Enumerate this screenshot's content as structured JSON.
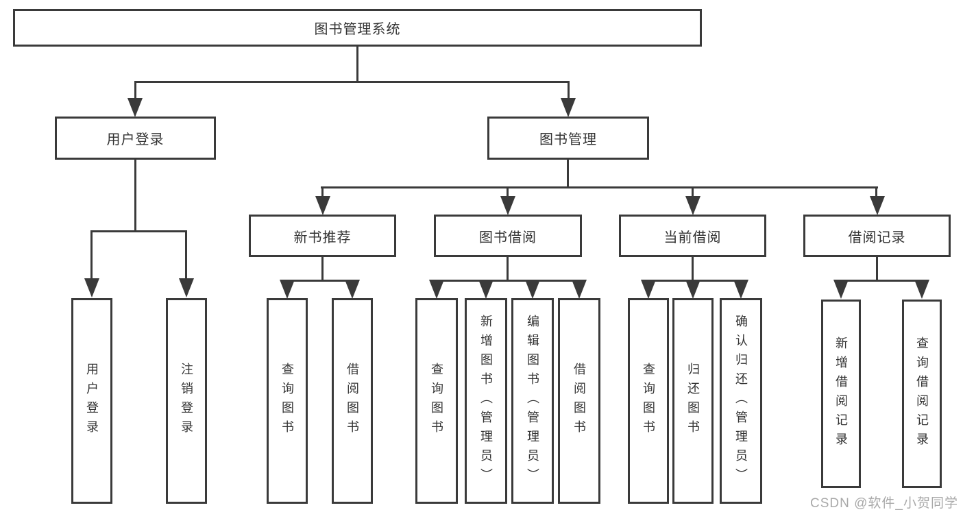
{
  "colors": {
    "line": "#3a3a3a",
    "text": "#333333",
    "background": "#ffffff",
    "watermark": "#a9a9a9"
  },
  "watermark": "CSDN @软件_小贺同学",
  "diagram": {
    "root": "图书管理系统",
    "user_login": "用户登录",
    "book_management": "图书管理",
    "user_login_children": [
      "用户登录",
      "注销登录"
    ],
    "modules": [
      "新书推荐",
      "图书借阅",
      "当前借阅",
      "借阅记录"
    ],
    "recommend_children": [
      "查询图书",
      "借阅图书"
    ],
    "borrow_children": [
      "查询图书",
      "新增图书（管理员）",
      "编辑图书（管理员）",
      "借阅图书"
    ],
    "current_children": [
      "查询图书",
      "归还图书",
      "确认归还（管理员）"
    ],
    "records_children": [
      "新增借阅记录",
      "查询借阅记录"
    ]
  }
}
